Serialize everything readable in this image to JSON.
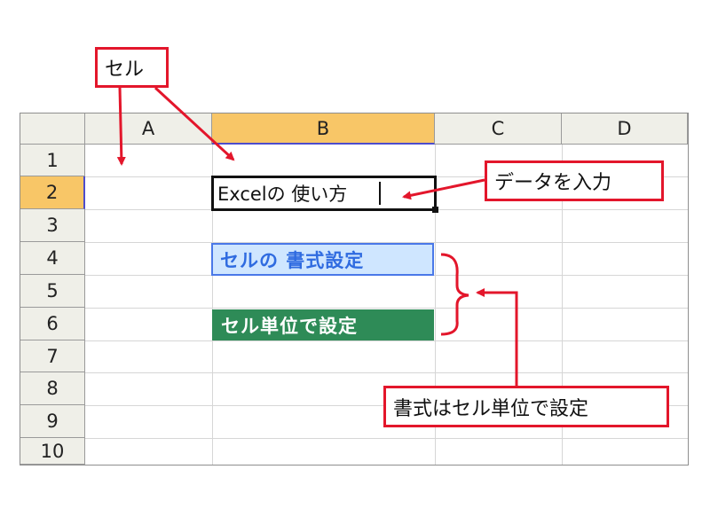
{
  "sheet": {
    "columns": [
      "A",
      "B",
      "C",
      "D"
    ],
    "rows": [
      "1",
      "2",
      "3",
      "4",
      "5",
      "6",
      "7",
      "8",
      "9",
      "10"
    ],
    "active_column": "B",
    "active_row": "2"
  },
  "cells": {
    "b2": "Excelの 使い方",
    "b4": "セルの 書式設定",
    "b6": "セル単位で設定"
  },
  "callouts": {
    "cell": "セル",
    "input": "データを入力",
    "format": "書式はセル単位で設定"
  },
  "colors": {
    "annotation_red": "#e3162b",
    "active_header": "#f8c667",
    "blue_text": "#2f6be0",
    "green_fill": "#2e8b57"
  }
}
